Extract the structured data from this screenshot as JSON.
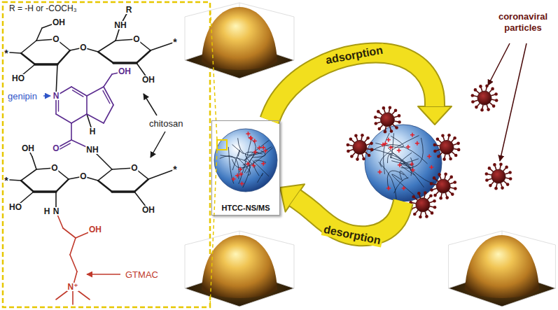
{
  "diagram": {
    "nodes": [
      {
        "text": [
          "HTCC-NS/MS"
        ]
      },
      {
        "text": [
          "coronaviral particles"
        ]
      }
    ],
    "edges": [
      {
        "from": 0,
        "to": 1,
        "label": "adsorption",
        "arrow": "to"
      },
      {
        "from": 1,
        "to": 0,
        "label": "desorption",
        "arrow": "to"
      }
    ],
    "labels": [
      "R = -H or -COCH₃",
      "*",
      "O",
      "OH",
      "HO",
      "O",
      "O",
      "NH",
      "R",
      "*",
      "OH",
      "N",
      "OH",
      "H",
      "O",
      "NH",
      "*",
      "O",
      "OH",
      "HO",
      "O",
      "O",
      "*",
      "OH",
      "H",
      "N",
      "OH",
      "N⁺",
      "genipin",
      "chitosan",
      "GTMAC"
    ]
  }
}
